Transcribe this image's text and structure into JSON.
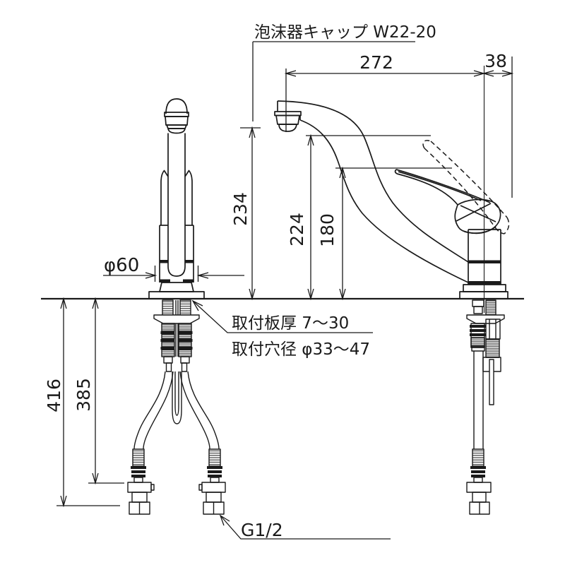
{
  "drawing": {
    "title_label": "泡沫器キャップ W22-20",
    "mount_thickness_label": "取付板厚 7〜30",
    "mount_hole_label": "取付穴径 φ33〜47",
    "thread_label": "G1/2",
    "dims": {
      "spout_reach": "272",
      "handle_rear_offset": "38",
      "spout_outlet_height": "234",
      "spout_top_height": "224",
      "handle_height": "180",
      "base_diameter": "φ60",
      "under_counter_total": "416",
      "under_counter_hose": "385"
    },
    "colors": {
      "ink": "#1a1a1a",
      "background": "#ffffff"
    }
  }
}
